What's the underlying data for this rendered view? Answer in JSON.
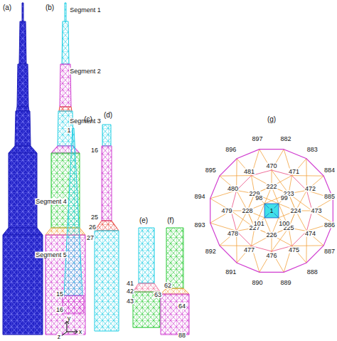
{
  "diagram": {
    "labels": [
      "(a)",
      "(b)",
      "Segment 1",
      "Segment 2",
      "Segment 3",
      "Segment 4",
      "Segment 5",
      "(c)",
      "1",
      "15",
      "16",
      "(d)",
      "16",
      "25",
      "26",
      "27",
      "(e)",
      "41",
      "42",
      "43",
      "(f)",
      "62",
      "63",
      "64",
      "88",
      "(g)",
      "y",
      "x",
      "z",
      "882",
      "883",
      "884",
      "885",
      "886",
      "887",
      "888",
      "889",
      "890",
      "891",
      "892",
      "893",
      "894",
      "895",
      "896",
      "897",
      "470",
      "471",
      "472",
      "473",
      "474",
      "475",
      "476",
      "477",
      "478",
      "479",
      "480",
      "481",
      "222",
      "223",
      "224",
      "225",
      "226",
      "227",
      "228",
      "229",
      "98",
      "99",
      "100",
      "101",
      "1"
    ]
  }
}
